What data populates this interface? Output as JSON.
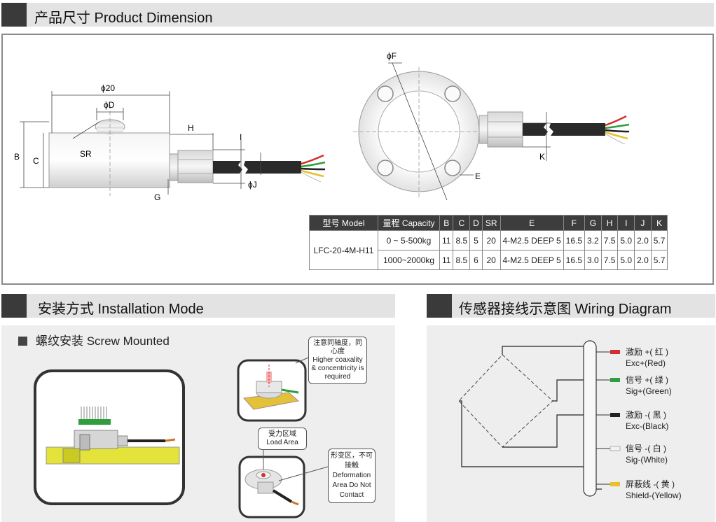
{
  "sections": {
    "dimension_title": "产品尺寸 Product Dimension",
    "install_title": "安装方式 Installation Mode",
    "wiring_title": "传感器接线示意图 Wiring Diagram"
  },
  "drawing_labels": {
    "d20": "ϕ20",
    "dD": "ϕD",
    "SR": "SR",
    "H": "H",
    "B": "B",
    "C": "C",
    "G": "G",
    "I": "I",
    "dJ": "ϕJ",
    "dF": "ϕF",
    "E": "E",
    "K": "K"
  },
  "spec_table": {
    "headers": [
      "型号 Model",
      "量程 Capacity",
      "B",
      "C",
      "D",
      "SR",
      "E",
      "F",
      "G",
      "H",
      "I",
      "J",
      "K"
    ],
    "model": "LFC-20-4M-H11",
    "rows": [
      [
        "0 ~ 5-500kg",
        "11",
        "8.5",
        "5",
        "20",
        "4-M2.5 DEEP 5",
        "16.5",
        "3.2",
        "7.5",
        "5.0",
        "2.0",
        "5.7"
      ],
      [
        "1000~2000kg",
        "11",
        "8.5",
        "6",
        "20",
        "4-M2.5 DEEP 5",
        "16.5",
        "3.0",
        "7.5",
        "5.0",
        "2.0",
        "5.7"
      ]
    ]
  },
  "install": {
    "subtitle": "螺纹安装 Screw Mounted",
    "callout_coaxiality_cn": "注意同轴度，同心度",
    "callout_coaxiality_en": "Higher coaxality & concentricity is required",
    "callout_load_cn": "受力区域",
    "callout_load_en": "Load Area",
    "callout_deform_cn": "形变区，不可接触",
    "callout_deform_en": "Deformation Area Do Not Contact"
  },
  "wiring": {
    "wires": [
      {
        "cn": "激励 +( 红 )",
        "en": "Exc+(Red)",
        "color": "#d32f2f"
      },
      {
        "cn": "信号 +( 绿 )",
        "en": "Sig+(Green)",
        "color": "#2e9e3e"
      },
      {
        "cn": "激励 -( 黑 )",
        "en": "Exc-(Black)",
        "color": "#222222"
      },
      {
        "cn": "信号 -( 白 )",
        "en": "Sig-(White)",
        "color": "#f2f2f2"
      },
      {
        "cn": "屏蔽线 -( 黄 )",
        "en": "Shield-(Yellow)",
        "color": "#e8c02a"
      }
    ]
  }
}
